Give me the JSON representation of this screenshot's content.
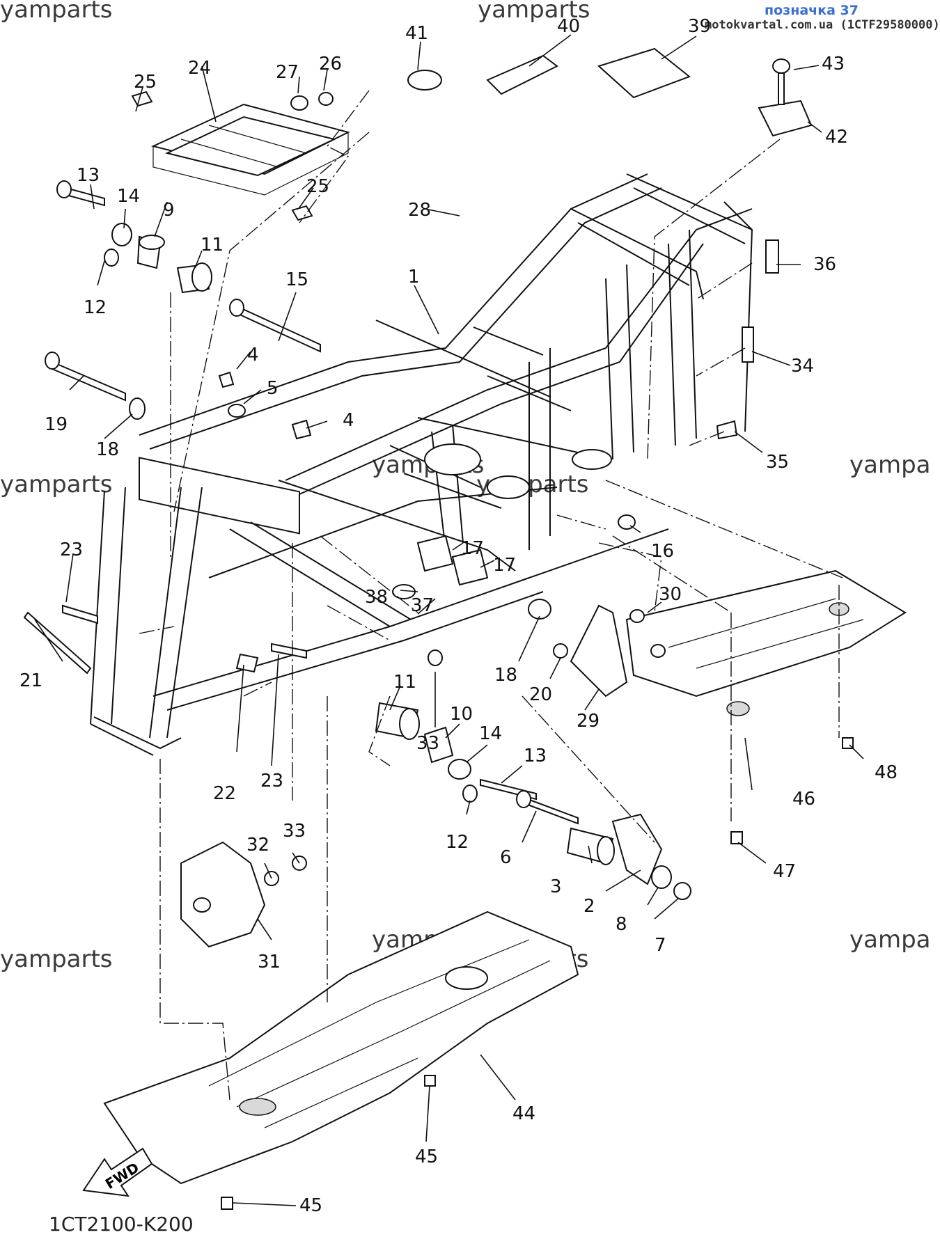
{
  "header": {
    "title": "позначка 37",
    "subtitle": "motokvartal.com.ua (1CTF29580000)"
  },
  "watermark": "yamparts",
  "watermark_cut": "yampa",
  "diagram_code": "1CT2100-K200",
  "fwd_label": "FWD",
  "callouts": {
    "c1": "1",
    "c2": "2",
    "c3": "3",
    "c4a": "4",
    "c4b": "4",
    "c5": "5",
    "c6": "6",
    "c7": "7",
    "c8": "8",
    "c9": "9",
    "c10": "10",
    "c11a": "11",
    "c11b": "11",
    "c12a": "12",
    "c12b": "12",
    "c13a": "13",
    "c13b": "13",
    "c14a": "14",
    "c14b": "14",
    "c15": "15",
    "c16": "16",
    "c17a": "17",
    "c17b": "17",
    "c18a": "18",
    "c18b": "18",
    "c19": "19",
    "c20": "20",
    "c21": "21",
    "c22": "22",
    "c23a": "23",
    "c23b": "23",
    "c24": "24",
    "c25a": "25",
    "c25b": "25",
    "c26": "26",
    "c27": "27",
    "c28": "28",
    "c29": "29",
    "c30": "30",
    "c31": "31",
    "c32": "32",
    "c33a": "33",
    "c33b": "33",
    "c34": "34",
    "c35": "35",
    "c36": "36",
    "c37": "37",
    "c38": "38",
    "c39": "39",
    "c40": "40",
    "c41": "41",
    "c42": "42",
    "c43": "43",
    "c44": "44",
    "c45a": "45",
    "c45b": "45",
    "c46": "46",
    "c47": "47",
    "c48": "48"
  }
}
